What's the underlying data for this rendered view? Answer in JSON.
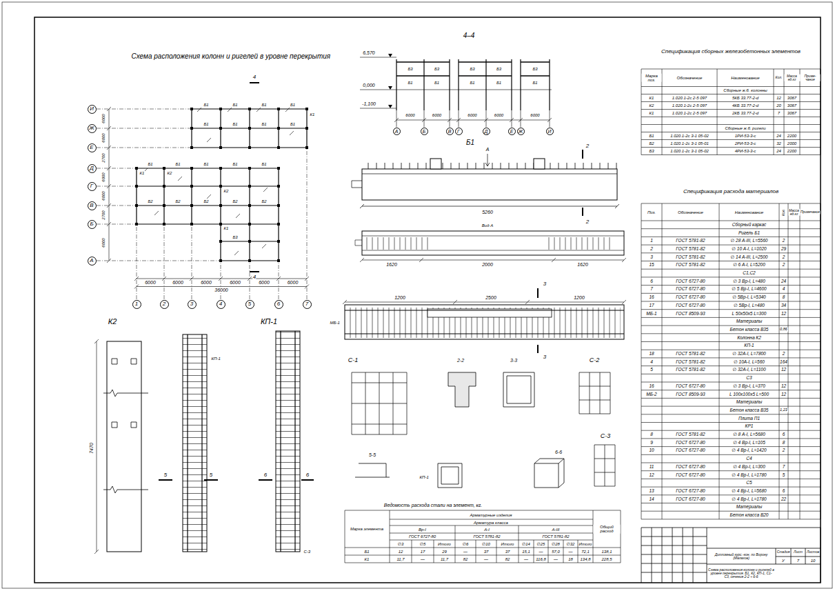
{
  "diagram": {
    "nodes": [
      {
        "text": [
          "И"
        ]
      },
      {
        "text": [
          "Ж"
        ]
      },
      {
        "text": [
          "Е"
        ]
      },
      {
        "text": [
          "Д"
        ]
      },
      {
        "text": [
          "Г"
        ]
      },
      {
        "text": [
          "В"
        ]
      },
      {
        "text": [
          "Б"
        ]
      },
      {
        "text": [
          "А"
        ]
      },
      {
        "text": [
          "1"
        ]
      },
      {
        "text": [
          "2"
        ]
      },
      {
        "text": [
          "3"
        ]
      },
      {
        "text": [
          "4"
        ]
      },
      {
        "text": [
          "5"
        ]
      },
      {
        "text": [
          "6"
        ]
      },
      {
        "text": [
          "7"
        ]
      },
      {
        "text": [
          "А"
        ]
      },
      {
        "text": [
          "Б"
        ]
      },
      {
        "text": [
          "В"
        ]
      },
      {
        "text": [
          "Г"
        ]
      },
      {
        "text": [
          "Д"
        ]
      },
      {
        "text": [
          "Е"
        ]
      },
      {
        "text": [
          "Ж"
        ]
      },
      {
        "text": [
          "И"
        ]
      }
    ],
    "labels": [
      "Схема расположения колонн и ригелей в уровне перекрытия",
      "4",
      "4",
      "6000",
      "6000",
      "6000",
      "6000",
      "6000",
      "6000",
      "36000",
      "6000",
      "6000",
      "2700",
      "6000",
      "6000",
      "2700",
      "6000",
      "Б1",
      "Б1",
      "Б1",
      "Б1",
      "Б1",
      "Б1",
      "Б1",
      "Б1",
      "Б1",
      "Б1",
      "Б1",
      "Б1",
      "Б1",
      "Б2",
      "Б2",
      "Б2",
      "Б2",
      "Б2",
      "К1",
      "К2",
      "К2",
      "К1",
      "К1",
      "Б3",
      "4–4",
      "6,570",
      "0,000",
      "-1,100",
      "Б3",
      "Б3",
      "Б3",
      "Б3",
      "Б3",
      "Б1",
      "Б1",
      "Б1",
      "Б1",
      "Б1",
      "6000",
      "6000",
      "6000",
      "6000",
      "6000",
      "Б1",
      "А",
      "2",
      "2",
      "5260",
      "Вид А",
      "1620",
      "2000",
      "1620",
      "3",
      "3",
      "1200",
      "2500",
      "1200",
      "МБ-1",
      "С-1",
      "2-2",
      "3-3",
      "С-2",
      "С-3",
      "5-5",
      "6-6",
      "КП-1",
      "К2",
      "7470",
      "КП-1",
      "5",
      "5",
      "6",
      "6",
      "КП-1",
      "С-3",
      "Ведомость расхода стали на элемент, кг.",
      "Марка элемента",
      "Арматурные изделия",
      "Арматура класса",
      "Вр-I",
      "А-I",
      "А-III",
      "ГОСТ 6727-80",
      "ГОСТ 5781-82",
      "ГОСТ 5781-82",
      "Общий расход",
      "∅3",
      "∅5",
      "Итого",
      "∅6",
      "∅10",
      "Итого",
      "∅14",
      "∅25",
      "∅28",
      "∅32",
      "Итого",
      "Б1",
      "12",
      "17",
      "29",
      "—",
      "37",
      "37",
      "15,1",
      "—",
      "57,0",
      "—",
      "72,1",
      "138,1",
      "К1",
      "11,7",
      "—",
      "11,7",
      "82",
      "—",
      "82",
      "—",
      "116,8",
      "—",
      "18",
      "134,8",
      "228,5",
      "Спецификация сборных железобетонных элементов",
      "Марка поз.",
      "Обозначение",
      "Наименование",
      "Кол.",
      "Масса ед.кг",
      "Приме-чание",
      "Сборные ж.б. колонны",
      "К1",
      "1.020.1-2с 2-5 097",
      "5КБ 33.77-2-d",
      "12",
      "3067",
      "К2",
      "1.020.1-2с 2-5 097",
      "4КБ 33.77-2-d",
      "20",
      "3067",
      "К1",
      "1.020.1-2с 2-5 097",
      "2КБ 33.77-2-d",
      "7",
      "3067",
      "Сборные ж.б. ригели",
      "Б1",
      "1.020.1-2с 3-1 05-02",
      "1РИ-53-3-с",
      "24",
      "2200",
      "Б2",
      "1.020.1-2с 3-1 05-01",
      "2РИ-53-3-с",
      "32",
      "2000",
      "Б3",
      "1.020.1-2с 3-1 05-02",
      "4РИ-53-3-с",
      "24",
      "2200",
      "Спецификация расхода материалов",
      "Поз.",
      "Обозначение",
      "Наименование",
      "Кол.",
      "Масса ед.кг",
      "Примечание",
      "Сборный каркас",
      "Ригель Б1",
      "1",
      "ГОСТ 5781-82",
      "∅ 28 А-III, L=5560",
      "2",
      "2",
      "ГОСТ 5781-82",
      "∅ 10 А-I, L=1020",
      "29",
      "3",
      "ГОСТ 5781-82",
      "∅ 14 А-III, L=2500",
      "2",
      "15",
      "ГОСТ 5781-82",
      "∅ 6 А-I, L=5200",
      "2",
      "С1,С2",
      "6",
      "ГОСТ 6727-80",
      "∅ 3 Вр-I, L=480",
      "24",
      "7",
      "ГОСТ 6727-80",
      "∅ 5 Вр-I, L=4600",
      "4",
      "16",
      "ГОСТ 6727-80",
      "∅ 5Вр-I, L=5340",
      "8",
      "17",
      "ГОСТ 6727-80",
      "∅ 5Вр-I, L=480",
      "34",
      "МБ-1",
      "ГОСТ 8509-93",
      "L 50х50х5 L=300",
      "12",
      "Материалы",
      "Бетон класса В35",
      "0,86",
      "Колонна К2",
      "КП-1",
      "18",
      "ГОСТ 5781-82",
      "∅ 32А-I, L=7800",
      "2",
      "4",
      "ГОСТ 5781-82",
      "∅ 10А-I, L=560",
      "164",
      "5",
      "ГОСТ 5781-82",
      "∅ 32А-I, L=1100",
      "12",
      "С3",
      "16",
      "ГОСТ 6727-80",
      "∅ 3 Вр-I, L=370",
      "12",
      "МБ-2",
      "ГОСТ 8509-93",
      "L 100х100х5 L=500",
      "12",
      "Материалы",
      "Бетон класса В35",
      "1,23",
      "Плита П1",
      "КР1",
      "8",
      "ГОСТ 5781-82",
      "∅ 8 А-I, L=5680",
      "6",
      "9",
      "ГОСТ 6727-80",
      "∅ 4 Вр-I, L=105",
      "8",
      "10",
      "ГОСТ 6727-80",
      "∅ 4 Вр-I, L=1420",
      "2",
      "С4",
      "11",
      "ГОСТ 6727-80",
      "∅ 4 Вр-I, L=300",
      "7",
      "12",
      "ГОСТ 6727-80",
      "∅ 4 Вр-I, L=1780",
      "5",
      "С5",
      "13",
      "ГОСТ 6727-80",
      "∅ 4 Вр-I, L=5680",
      "6",
      "14",
      "ГОСТ 6727-80",
      "∅ 4 Вр-I, L=1780",
      "22",
      "Материалы",
      "Бетон класса В20",
      "Дипломный курс.-кон. по Ворону (Малахов)",
      "Стадия",
      "Лист",
      "Листов",
      "У",
      "7",
      "10",
      "Схема расположения колонн и ригелей в уровне перекрытия. Б1, К2, КП-1, С1-С3, сечения 2-2 ÷ 6-6"
    ]
  }
}
